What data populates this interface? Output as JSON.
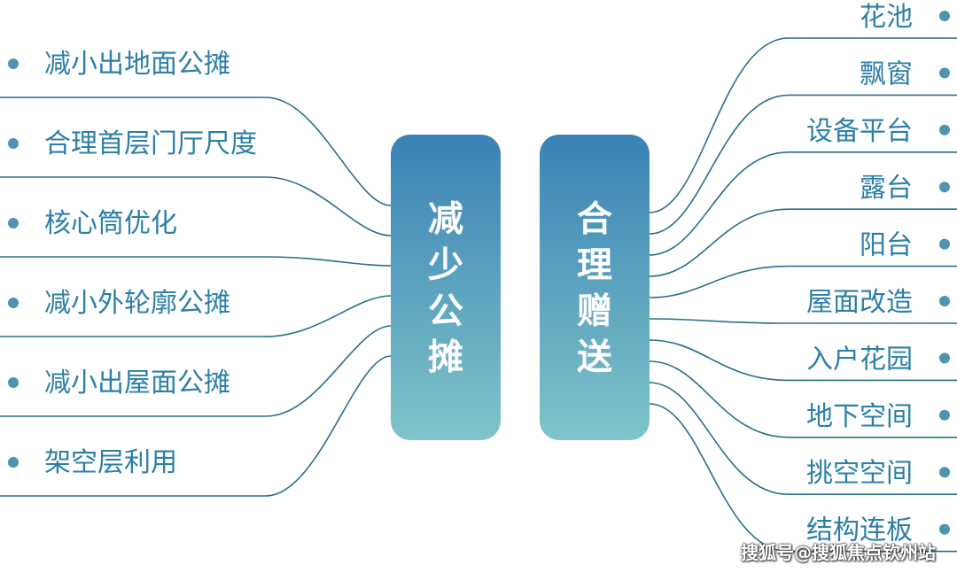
{
  "left_box": {
    "label": "减少公摊",
    "items": [
      {
        "label": "减小出地面公摊"
      },
      {
        "label": "合理首层门厅尺度"
      },
      {
        "label": "核心筒优化"
      },
      {
        "label": "减小外轮廓公摊"
      },
      {
        "label": "减小出屋面公摊"
      },
      {
        "label": "架空层利用"
      }
    ]
  },
  "right_box": {
    "label": "合理赠送",
    "items": [
      {
        "label": "花池"
      },
      {
        "label": "飘窗"
      },
      {
        "label": "设备平台"
      },
      {
        "label": "露台"
      },
      {
        "label": "阳台"
      },
      {
        "label": "屋面改造"
      },
      {
        "label": "入户花园"
      },
      {
        "label": "地下空间"
      },
      {
        "label": "挑空空间"
      },
      {
        "label": "结构连板"
      }
    ]
  },
  "watermark": "搜狐号@搜狐焦点钦州站",
  "colors": {
    "box_top": "#3a82b6",
    "box_bottom": "#7fc4c9",
    "line": "#2a6f88",
    "text": "#2c7fa8",
    "dot": "#4f93ad"
  }
}
